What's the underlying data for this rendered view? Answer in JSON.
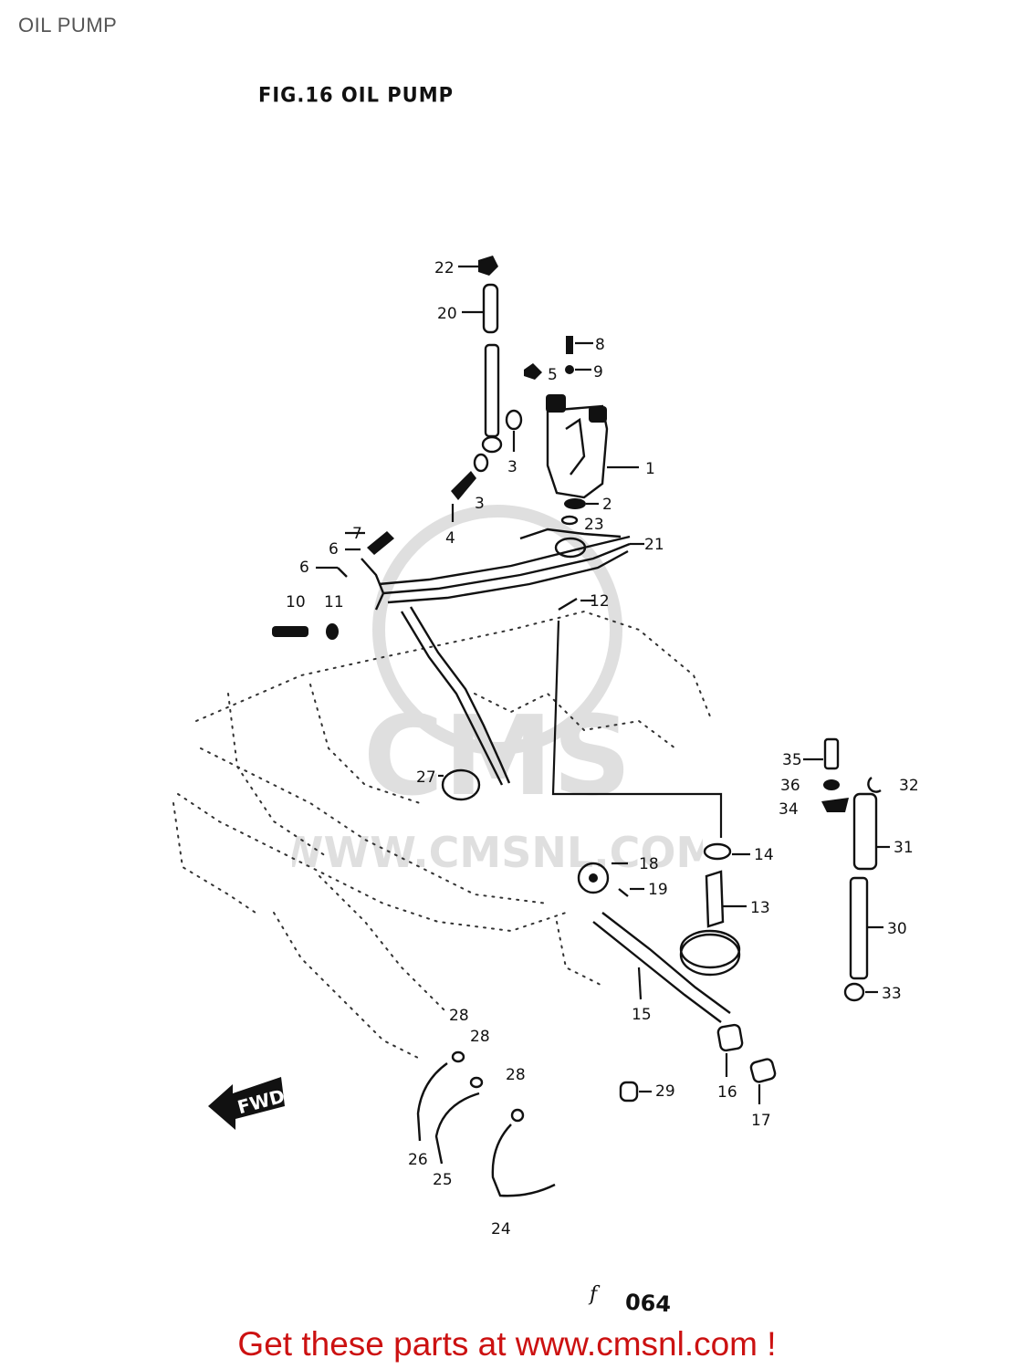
{
  "header": {
    "title": "OIL PUMP"
  },
  "figure": {
    "title": "FIG.16  OIL PUMP"
  },
  "callouts": [
    {
      "id": "c22",
      "label": "22"
    },
    {
      "id": "c20",
      "label": "20"
    },
    {
      "id": "c8",
      "label": "8"
    },
    {
      "id": "c5",
      "label": "5"
    },
    {
      "id": "c9",
      "label": "9"
    },
    {
      "id": "c3a",
      "label": "3"
    },
    {
      "id": "c1",
      "label": "1"
    },
    {
      "id": "c3b",
      "label": "3"
    },
    {
      "id": "c2",
      "label": "2"
    },
    {
      "id": "c4",
      "label": "4"
    },
    {
      "id": "c23",
      "label": "23"
    },
    {
      "id": "c7",
      "label": "7"
    },
    {
      "id": "c21",
      "label": "21"
    },
    {
      "id": "c6a",
      "label": "6"
    },
    {
      "id": "c6b",
      "label": "6"
    },
    {
      "id": "c12",
      "label": "12"
    },
    {
      "id": "c10",
      "label": "10"
    },
    {
      "id": "c11",
      "label": "11"
    },
    {
      "id": "c27",
      "label": "27"
    },
    {
      "id": "c35",
      "label": "35"
    },
    {
      "id": "c36",
      "label": "36"
    },
    {
      "id": "c32",
      "label": "32"
    },
    {
      "id": "c34",
      "label": "34"
    },
    {
      "id": "c14",
      "label": "14"
    },
    {
      "id": "c31",
      "label": "31"
    },
    {
      "id": "c18",
      "label": "18"
    },
    {
      "id": "c19",
      "label": "19"
    },
    {
      "id": "c13",
      "label": "13"
    },
    {
      "id": "c30",
      "label": "30"
    },
    {
      "id": "c33",
      "label": "33"
    },
    {
      "id": "c15",
      "label": "15"
    },
    {
      "id": "c28a",
      "label": "28"
    },
    {
      "id": "c28b",
      "label": "28"
    },
    {
      "id": "c28c",
      "label": "28"
    },
    {
      "id": "c29",
      "label": "29"
    },
    {
      "id": "c16",
      "label": "16"
    },
    {
      "id": "c17",
      "label": "17"
    },
    {
      "id": "c26",
      "label": "26"
    },
    {
      "id": "c25",
      "label": "25"
    },
    {
      "id": "c24",
      "label": "24"
    }
  ],
  "fwd_label": "FWD",
  "watermark": {
    "text": "WWW.CMSNL.COM",
    "logo": "CMS"
  },
  "drawing_code": {
    "mark": "f",
    "number": "064"
  },
  "footer": {
    "text": "Get these parts at www.cmsnl.com !"
  }
}
